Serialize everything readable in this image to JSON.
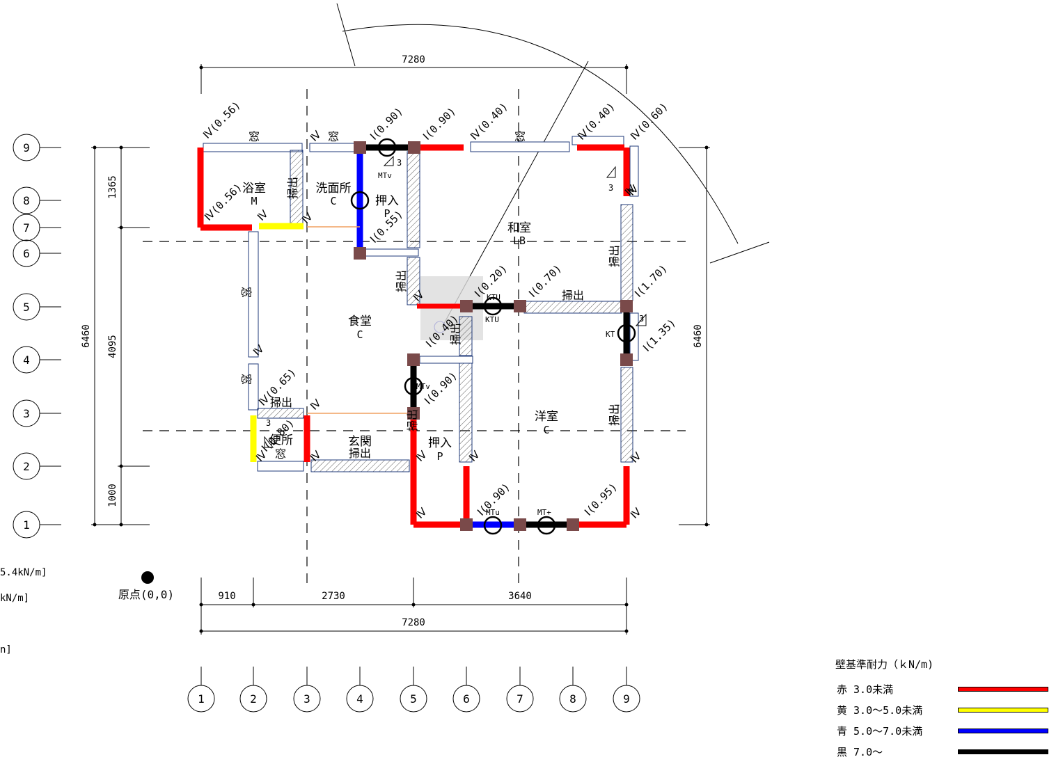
{
  "plan": {
    "dimensions": {
      "top_total": "7280",
      "bottom_total": "7280",
      "bottom_segments": [
        "910",
        "2730",
        "3640"
      ],
      "left_total": "6460",
      "right_total": "6460",
      "left_segments": [
        "1365",
        "4095",
        "1000"
      ]
    },
    "grid_labels_y": [
      "9",
      "8",
      "7",
      "6",
      "5",
      "4",
      "3",
      "2",
      "1"
    ],
    "grid_labels_x": [
      "1",
      "2",
      "3",
      "4",
      "5",
      "6",
      "7",
      "8",
      "9"
    ],
    "origin_label": "原点(0,0)",
    "left_notes": [
      "5.4kN/m]",
      "kN/m]",
      "n]"
    ],
    "rooms": [
      {
        "name": "浴室",
        "code": "M"
      },
      {
        "name": "洗面所",
        "code": "C"
      },
      {
        "name": "押入",
        "code": "P"
      },
      {
        "name": "和室",
        "code": "LB"
      },
      {
        "name": "食堂",
        "code": "C"
      },
      {
        "name": "洋室",
        "code": "C"
      },
      {
        "name": "玄関",
        "code": ""
      },
      {
        "name": "押入",
        "code": "P"
      },
      {
        "name": "便所",
        "code": ""
      }
    ],
    "wall_labels": [
      "Ⅳ(0.56)",
      "Ⅳ",
      "Ⅰ(0.90)",
      "Ⅰ(0.90)",
      "Ⅳ(0.40)",
      "Ⅳ(0.40)",
      "Ⅳ(0.60)",
      "Ⅳ(0.56)",
      "Ⅳ",
      "Ⅰ(0.55)",
      "Ⅰ(0.20)",
      "Ⅰ(0.70)",
      "Ⅰ(1.70)",
      "Ⅰ(1.35)",
      "Ⅰ(0.40)",
      "Ⅰ(0.90)",
      "Ⅳ(0.65)",
      "Ⅰ(0.80)",
      "Ⅰ(0.90)",
      "Ⅰ(0.95)",
      "Ⅳ",
      "Ⅳ",
      "Ⅳ",
      "Ⅳ",
      "Ⅳ",
      "Ⅳ",
      "Ⅳ",
      "Ⅳ",
      "Ⅳ",
      "Ⅳ",
      "Ⅳ",
      "Ⅳ",
      "Ⅳ"
    ],
    "opening_labels": [
      "窓",
      "窓",
      "窓",
      "窓",
      "窓",
      "窓",
      "掃出",
      "掃出",
      "掃出",
      "掃出",
      "掃出",
      "掃出",
      "掃出",
      "掃出",
      "掃出"
    ],
    "hardware_labels": [
      "MTv",
      "KTU",
      "KTU",
      "KT",
      "MTv",
      "MTu",
      "MT+"
    ],
    "stair_labels": [
      "3",
      "3",
      "3",
      "3"
    ]
  },
  "legend": {
    "title": "壁基準耐力（ｋN/m)",
    "items": [
      {
        "label": "赤  3.0未満",
        "color": "#ff0000"
      },
      {
        "label": "黄  3.0～5.0未満",
        "color": "#ffff00"
      },
      {
        "label": "青  5.0～7.0未満",
        "color": "#0000ff"
      },
      {
        "label": "黒  7.0～",
        "color": "#000000"
      }
    ]
  }
}
